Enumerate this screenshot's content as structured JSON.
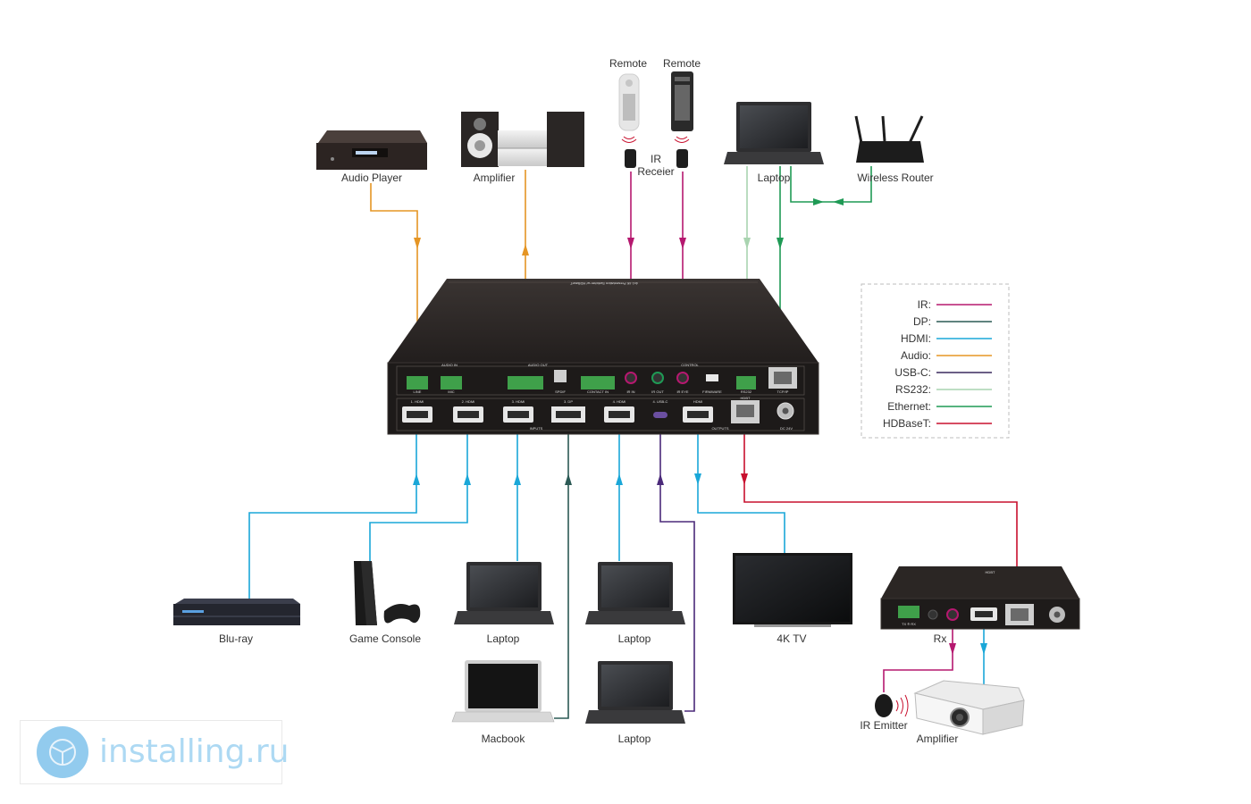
{
  "devices": {
    "audio_player": "Audio Player",
    "amplifier_top": "Amplifier",
    "remote_1": "Remote",
    "remote_2": "Remote",
    "ir_receiver": "IR\nReceier",
    "laptop_top": "Laptop",
    "wireless_router": "Wireless Router",
    "bluray": "Blu-ray",
    "game_console": "Game Console",
    "laptop_1": "Laptop",
    "laptop_2": "Laptop",
    "macbook": "Macbook",
    "laptop_3": "Laptop",
    "tv": "4K TV",
    "rx": "Rx",
    "ir_emitter": "IR Emitter",
    "amplifier_bottom": "Amplifier"
  },
  "legend": [
    {
      "label": "IR:",
      "color": "#b5186f"
    },
    {
      "label": "DP:",
      "color": "#2c5a55"
    },
    {
      "label": "HDMI:",
      "color": "#1aa7d8"
    },
    {
      "label": "Audio:",
      "color": "#e59524"
    },
    {
      "label": "USB-C:",
      "color": "#3a2a5e"
    },
    {
      "label": "RS232:",
      "color": "#a9d4b0"
    },
    {
      "label": "Ethernet:",
      "color": "#1f9a55"
    },
    {
      "label": "HDBaseT:",
      "color": "#c8102e"
    }
  ],
  "colors": {
    "ir": "#b5186f",
    "dp": "#2c5a55",
    "hdmi": "#1aa7d8",
    "audio": "#e59524",
    "usbc": "#4b2a7a",
    "rs232": "#a9d4b0",
    "ethernet": "#1f9a55",
    "hdbaset": "#c8102e",
    "device_dark": "#2a2523",
    "panel": "#1d1a19"
  },
  "main_unit": {
    "audio_in": "AUDIO IN",
    "audio_out": "AUDIO OUT",
    "control": "CONTROL",
    "inputs": "INPUTS",
    "outputs": "OUTPUTS",
    "port_1": "1. HDMI",
    "port_2": "2. HDMI",
    "port_3": "3. HDMI",
    "port_dp": "3. DP",
    "port_4": "4. HDMI",
    "port_usbc": "4. USB-C",
    "port_out": "HDMI",
    "hdbt": "HDBT",
    "dc": "DC 24V",
    "spdif": "SPDIF",
    "tcpip": "TCP/IP",
    "rs232": "RS232",
    "firmware": "FIRMWARE",
    "ir_in": "IR IN",
    "ir_out": "IR OUT",
    "ir_eye": "IR EYE",
    "contact": "CONTACT IN",
    "line": "LINE",
    "mic": "MIC"
  },
  "rx_unit": {
    "brand": "HDBT",
    "port": "TX ® RX"
  },
  "watermark": {
    "text": "installing.ru"
  }
}
